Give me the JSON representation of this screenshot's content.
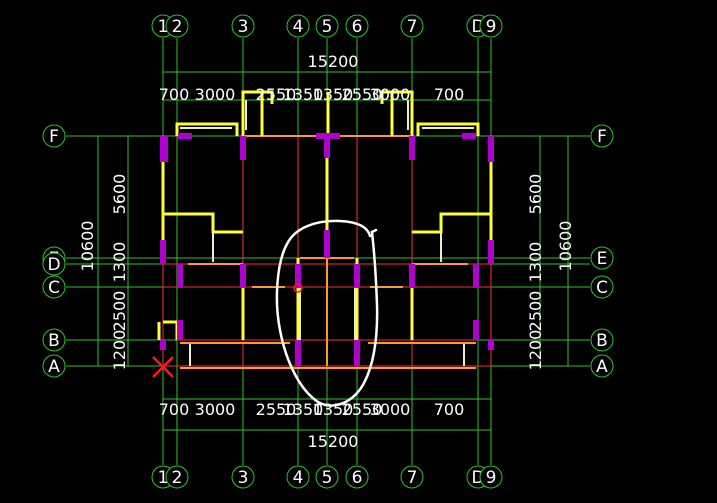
{
  "colors": {
    "background": "#000000",
    "grid": "#2ec22e",
    "label": "#ffffff",
    "wall_yellow": "#ffff33",
    "wall_pale": "#e8f0c8",
    "column": "#b000d0",
    "beam_red": "#ff2b2b",
    "beam_orange": "#ff9a2a",
    "marker": "#ff1a1a",
    "annotation": "#ffffff"
  },
  "axes": {
    "columns_top": [
      "1",
      "2",
      "3",
      "4",
      "5",
      "6",
      "7",
      "D",
      "9"
    ],
    "columns_bottom": [
      "1",
      "2",
      "3",
      "4",
      "5",
      "6",
      "7",
      "D",
      "9"
    ],
    "rows_left": [
      "F",
      "E",
      "D",
      "C",
      "B",
      "A"
    ],
    "rows_right": [
      "F",
      "E",
      "C",
      "B",
      "A"
    ]
  },
  "dimensions": {
    "top_total": "15200",
    "bottom_total": "15200",
    "top_segments": [
      "700",
      "3000",
      "2550",
      "1350",
      "1350",
      "2550",
      "3000",
      "700"
    ],
    "bottom_segments": [
      "700",
      "3000",
      "2550",
      "1350",
      "1350",
      "2550",
      "3000",
      "700"
    ],
    "left_total": "10600",
    "left_segments": [
      "5600",
      "1300",
      "2500",
      "1200"
    ],
    "right_total": "10600",
    "right_segments": [
      "5600",
      "1300",
      "2500",
      "1200"
    ]
  },
  "markers": {
    "origin": "x-mark-icon",
    "snap_point": "snap-circle-icon",
    "freehand_annotation": "freehand-loop"
  }
}
